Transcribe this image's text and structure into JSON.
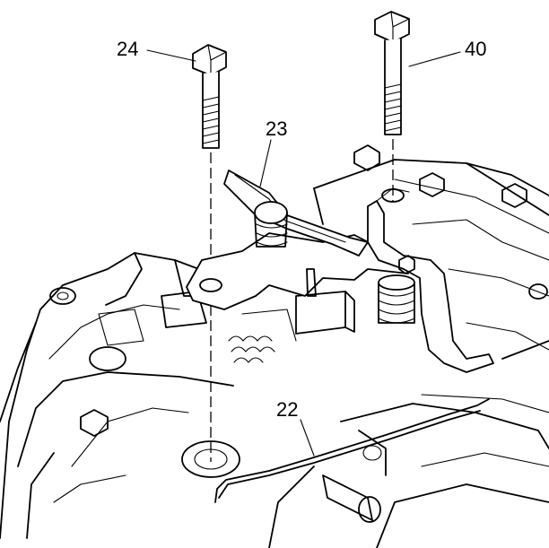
{
  "callouts": {
    "bolt_left": "24",
    "bolt_right": "40",
    "bracket": "23",
    "spring_wire": "22"
  }
}
